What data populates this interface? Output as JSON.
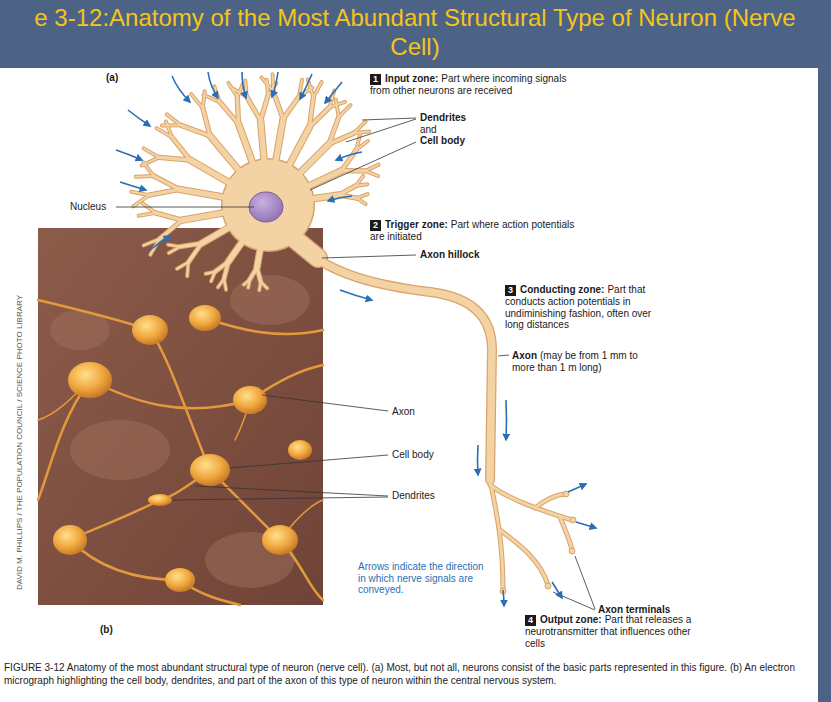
{
  "diagram": {
    "title": "e 3-12:Anatomy of the Most Abundant Structural Type of Neuron (Nerve Cell)",
    "caption": "FIGURE 3-12 Anatomy of the most abundant structural type of neuron (nerve cell). (a) Most, but not all, neurons consist of the basic parts represented in this figure. (b) An electron micrograph highlighting the cell body, dendrites, and part of the axon of this type of neuron within the central nervous system.",
    "labels": [
      "(a)",
      "Nucleus",
      "1",
      "Input zone:",
      "Part where incoming signals from other neurons are received",
      "Dendrites",
      "and",
      "Cell body",
      "2",
      "Trigger zone:",
      "Part where action potentials are initiated",
      "Axon hillock",
      "3",
      "Conducting zone:",
      "Part that conducts action potentials in undiminishing fashion, often over long distances",
      "Axon",
      "(may be from 1 mm to more than 1 m long)",
      "Axon",
      "Cell body",
      "Dendrites",
      "Arrows indicate the direction in which nerve signals are conveyed.",
      "Axon terminals",
      "4",
      "Output zone:",
      "Part that releases a neurotransmitter that influences other cells",
      "(b)",
      "DAVID M. PHILLIPS / THE POPULATION COUNCIL / SCIENCE PHOTO LIBRARY"
    ]
  }
}
